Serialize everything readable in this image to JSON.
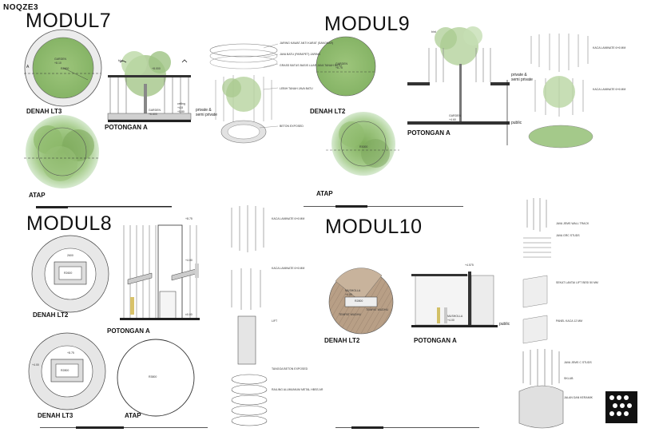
{
  "brand": "NOQZE3",
  "modules": {
    "m7": {
      "title": "MODUL7",
      "labels": [
        "DENAH LT3",
        "ATAP",
        "POTONGAN A"
      ],
      "plan_a": "A",
      "plan_text": [
        "GARDEN",
        "+8.10",
        "R2600"
      ],
      "section_text": [
        "bird",
        "+8.000",
        "GARDEN",
        "+6.600",
        "ceiling",
        "+4.8",
        "+5.80",
        "private & semi private"
      ],
      "iso_notes": [
        "JARING KAWAT ANTI KARAT (SANGKAR)",
        "JAVA BATU (PARAPET) JARING",
        "GRASS BATUS BASIS LUAR JAVA TANAH BATU",
        "LEBIH TANAH JAVA BATU",
        "BETON EXPOSED"
      ]
    },
    "m9": {
      "title": "MODUL9",
      "labels": [
        "DENAH LT2",
        "ATAP",
        "POTONGAN A"
      ],
      "plan_text": [
        "GARDEN",
        "+6.75",
        "R3000"
      ],
      "section_text": [
        "bird",
        "private & semi private",
        "GARDEN",
        "+4.60",
        "public"
      ],
      "iso_notes": [
        "KACA LAMINATE 6+6 MM",
        "KACA LAMINATE 6+6 MM"
      ]
    },
    "m8": {
      "title": "MODUL8",
      "labels": [
        "DENAH LT2",
        "DENAH LT3",
        "ATAP",
        "POTONGAN A"
      ],
      "plan_text": [
        "R2600",
        "2600",
        "R2800",
        "+8.75",
        "+4.00",
        "R3800"
      ],
      "section_text": [
        "+8.75",
        "+4.00",
        "±0.00"
      ],
      "iso_notes": [
        "KACA LAMINATE 6+6 MM",
        "KACA LAMINATE 6+6 MM",
        "LIFT",
        "TANGGA BETON EXPOSED",
        "RAILING ALUMUNIUM METAL HBSS AR"
      ]
    },
    "m10": {
      "title": "MODUL10",
      "labels": [
        "DENAH LT2",
        "POTONGAN A"
      ],
      "plan_text": [
        "MUSHOLLA",
        "+4.00",
        "R2800",
        "TEMPAT WUDHU",
        "TEMPAT WUDHU"
      ],
      "section_text": [
        "+4.575",
        "MUSHOLLA",
        "+4.00",
        "public"
      ],
      "iso_notes": [
        "JAVA JEMS WALL TRACK",
        "JAVA GRC STUDS",
        "SEKAT LANTAI LIFT BESI 50 MM",
        "PANEL KACA 12 MM",
        "JAVA JEMS C STUDS",
        "SKLUB",
        "JALAN DAN KERAMIK"
      ]
    }
  },
  "colors": {
    "grass": "#8fbb6a",
    "grass_light": "#c7dfb2",
    "wood": "#b79f86",
    "concrete": "#c9c9c9",
    "dark": "#222222"
  }
}
